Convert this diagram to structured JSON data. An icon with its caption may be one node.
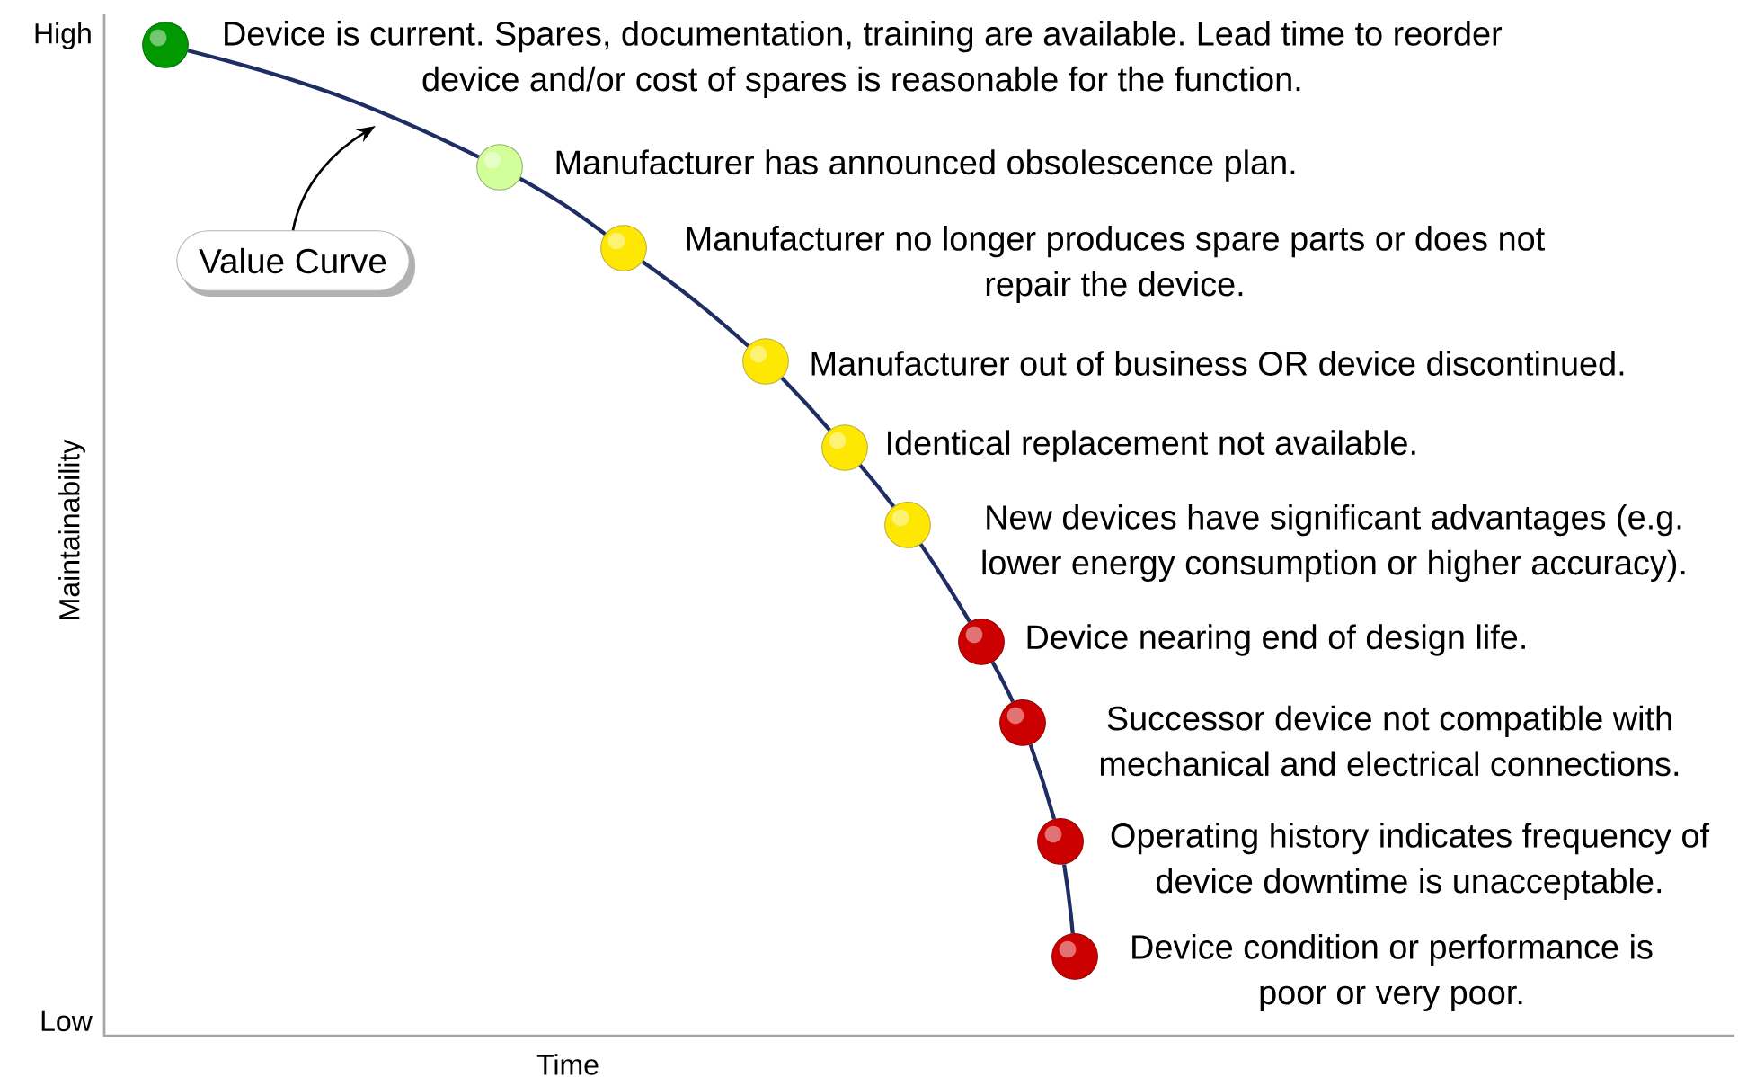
{
  "diagram": {
    "nodes": [
      {
        "text": [],
        "shape": "circle",
        "beside": [
          "Device is current. Spares, documentation, training are available. Lead time to reorder device and/or cost of spares is reasonable for the function."
        ]
      },
      {
        "text": [],
        "shape": "circle",
        "beside": [
          "Manufacturer has announced obsolescence plan."
        ]
      },
      {
        "text": [],
        "shape": "circle",
        "beside": [
          "Manufacturer no longer produces spare parts or does not repair the device."
        ]
      },
      {
        "text": [],
        "shape": "circle",
        "beside": [
          "Manufacturer out of business OR device discontinued."
        ]
      },
      {
        "text": [],
        "shape": "circle",
        "beside": [
          "Identical replacement not available."
        ]
      },
      {
        "text": [],
        "shape": "circle",
        "beside": [
          "New devices have significant advantages (e.g. lower energy consumption or higher accuracy)."
        ]
      },
      {
        "text": [],
        "shape": "circle",
        "beside": [
          "Device nearing end of design life."
        ]
      },
      {
        "text": [],
        "shape": "circle",
        "beside": [
          "Successor device not compatible with mechanical and electrical connections."
        ]
      },
      {
        "text": [],
        "shape": "circle",
        "beside": [
          "Operating history indicates frequency of device downtime is unacceptable."
        ]
      },
      {
        "text": [],
        "shape": "circle",
        "beside": [
          "Device condition or performance is poor or very poor."
        ]
      },
      {
        "text": [
          "Value Curve"
        ]
      }
    ],
    "edges": [
      {
        "from": 0,
        "to": 1,
        "arrow": "none"
      },
      {
        "from": 1,
        "to": 2,
        "arrow": "none"
      },
      {
        "from": 2,
        "to": 3,
        "arrow": "none"
      },
      {
        "from": 3,
        "to": 4,
        "arrow": "none"
      },
      {
        "from": 4,
        "to": 5,
        "arrow": "none"
      },
      {
        "from": 5,
        "to": 6,
        "arrow": "none"
      },
      {
        "from": 6,
        "to": 7,
        "arrow": "none"
      },
      {
        "from": 7,
        "to": 8,
        "arrow": "none"
      },
      {
        "from": 8,
        "to": 9,
        "arrow": "none"
      },
      {
        "from": 10,
        "to": null,
        "arrow": "to",
        "color": "#000000"
      }
    ],
    "labels": [
      "High",
      "Maintainability",
      "Low",
      "Time"
    ]
  }
}
